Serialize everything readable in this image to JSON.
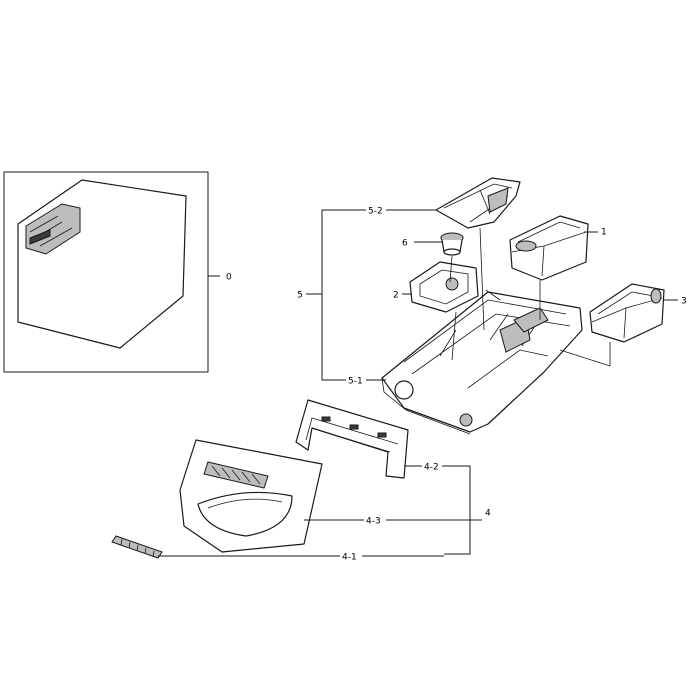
{
  "callouts": [
    {
      "id": "0",
      "text": "0"
    },
    {
      "id": "1",
      "text": "1"
    },
    {
      "id": "2",
      "text": "2"
    },
    {
      "id": "3",
      "text": "3"
    },
    {
      "id": "4",
      "text": "4"
    },
    {
      "id": "4-1",
      "text": "4-1"
    },
    {
      "id": "4-2",
      "text": "4-2"
    },
    {
      "id": "4-3",
      "text": "4-3"
    },
    {
      "id": "5",
      "text": "5"
    },
    {
      "id": "5-1",
      "text": "5-1"
    },
    {
      "id": "5-2",
      "text": "5-2"
    },
    {
      "id": "6",
      "text": "6"
    }
  ]
}
